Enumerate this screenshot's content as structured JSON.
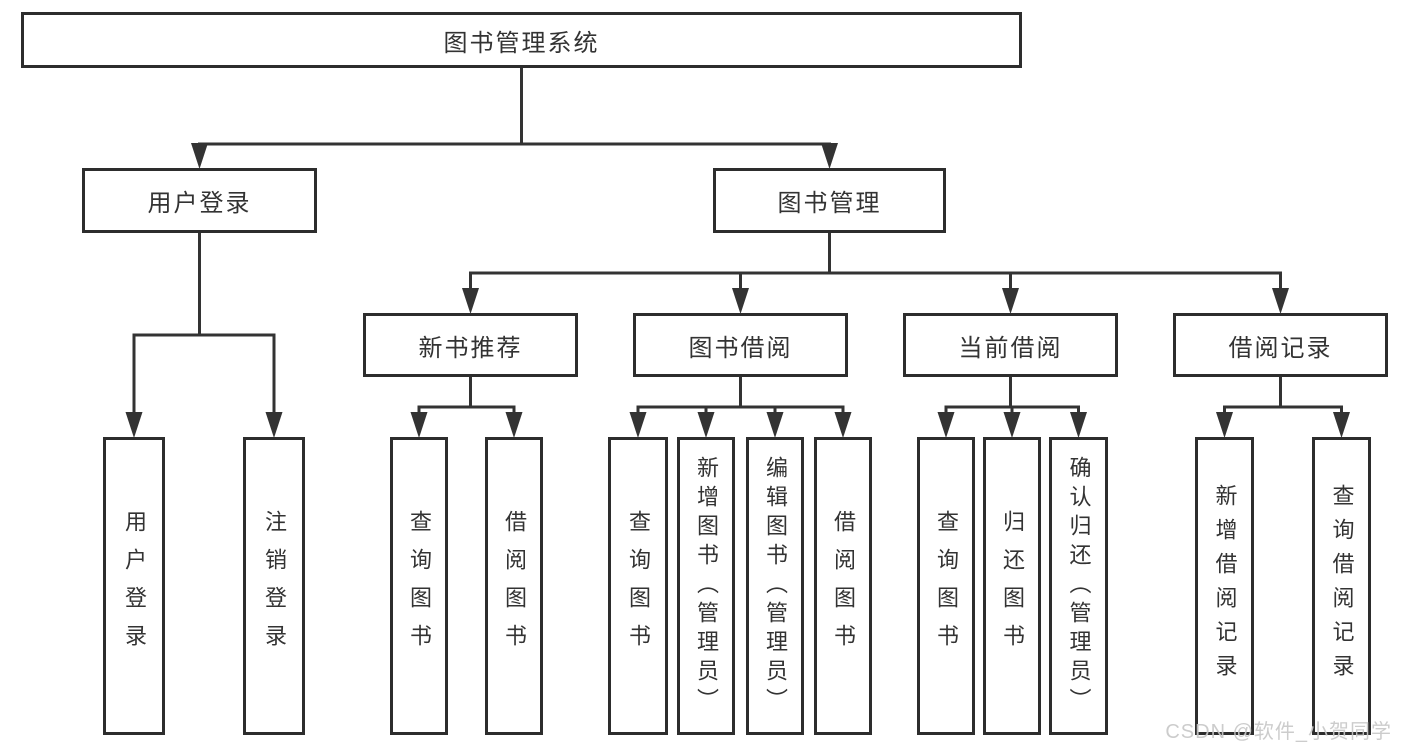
{
  "colors": {
    "line": "#333333",
    "box_border": "#2d2d2d",
    "box_fill": "#ffffff",
    "text": "#333333",
    "watermark_text": "#c8c8c8"
  },
  "watermark": {
    "text": "CSDN @软件_小贺同学"
  },
  "diagram": {
    "root": "图书管理系统",
    "level2": [
      "用户登录",
      "图书管理"
    ],
    "level3": [
      "新书推荐",
      "图书借阅",
      "当前借阅",
      "借阅记录"
    ],
    "leaves": {
      "g1": [
        "用户登录",
        "注销登录"
      ],
      "g2": [
        "查询图书",
        "借阅图书"
      ],
      "g3": [
        "查询图书",
        "新增图书（管理员）",
        "编辑图书（管理员）",
        "借阅图书"
      ],
      "g4": [
        "查询图书",
        "归还图书",
        "确认归还（管理员）"
      ],
      "g5": [
        "新增借阅记录",
        "查询借阅记录"
      ]
    }
  }
}
